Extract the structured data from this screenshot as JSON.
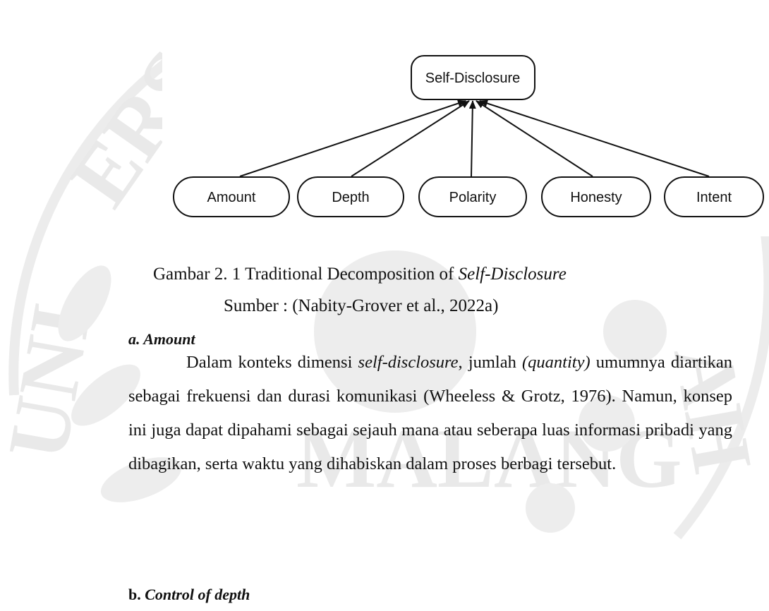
{
  "diagram": {
    "root": "Self-Disclosure",
    "children": [
      "Amount",
      "Depth",
      "Polarity",
      "Honesty",
      "Intent"
    ]
  },
  "caption": {
    "prefix": "Gambar 2. 1 Traditional Decomposition of ",
    "italic": "Self-Disclosure",
    "source": "Sumber : (Nabity-Grover et al., 2022a)"
  },
  "section_a": {
    "marker": "a. ",
    "title": "Amount",
    "body": [
      {
        "text": "Dalam konteks dimensi ",
        "italic": false
      },
      {
        "text": "self-disclosure",
        "italic": true
      },
      {
        "text": ", jumlah ",
        "italic": false
      },
      {
        "text": "(quantity)",
        "italic": true
      },
      {
        "text": " umumnya diartikan sebagai frekuensi dan durasi komunikasi (Wheeless & Grotz, 1976). Namun, konsep ini juga dapat dipahami sebagai sejauh mana atau seberapa luas informasi pribadi yang dibagikan, serta waktu yang dihabiskan dalam proses berbagi tersebut.",
        "italic": false
      }
    ]
  },
  "section_b": {
    "marker": "b. ",
    "title": "Control of depth"
  }
}
